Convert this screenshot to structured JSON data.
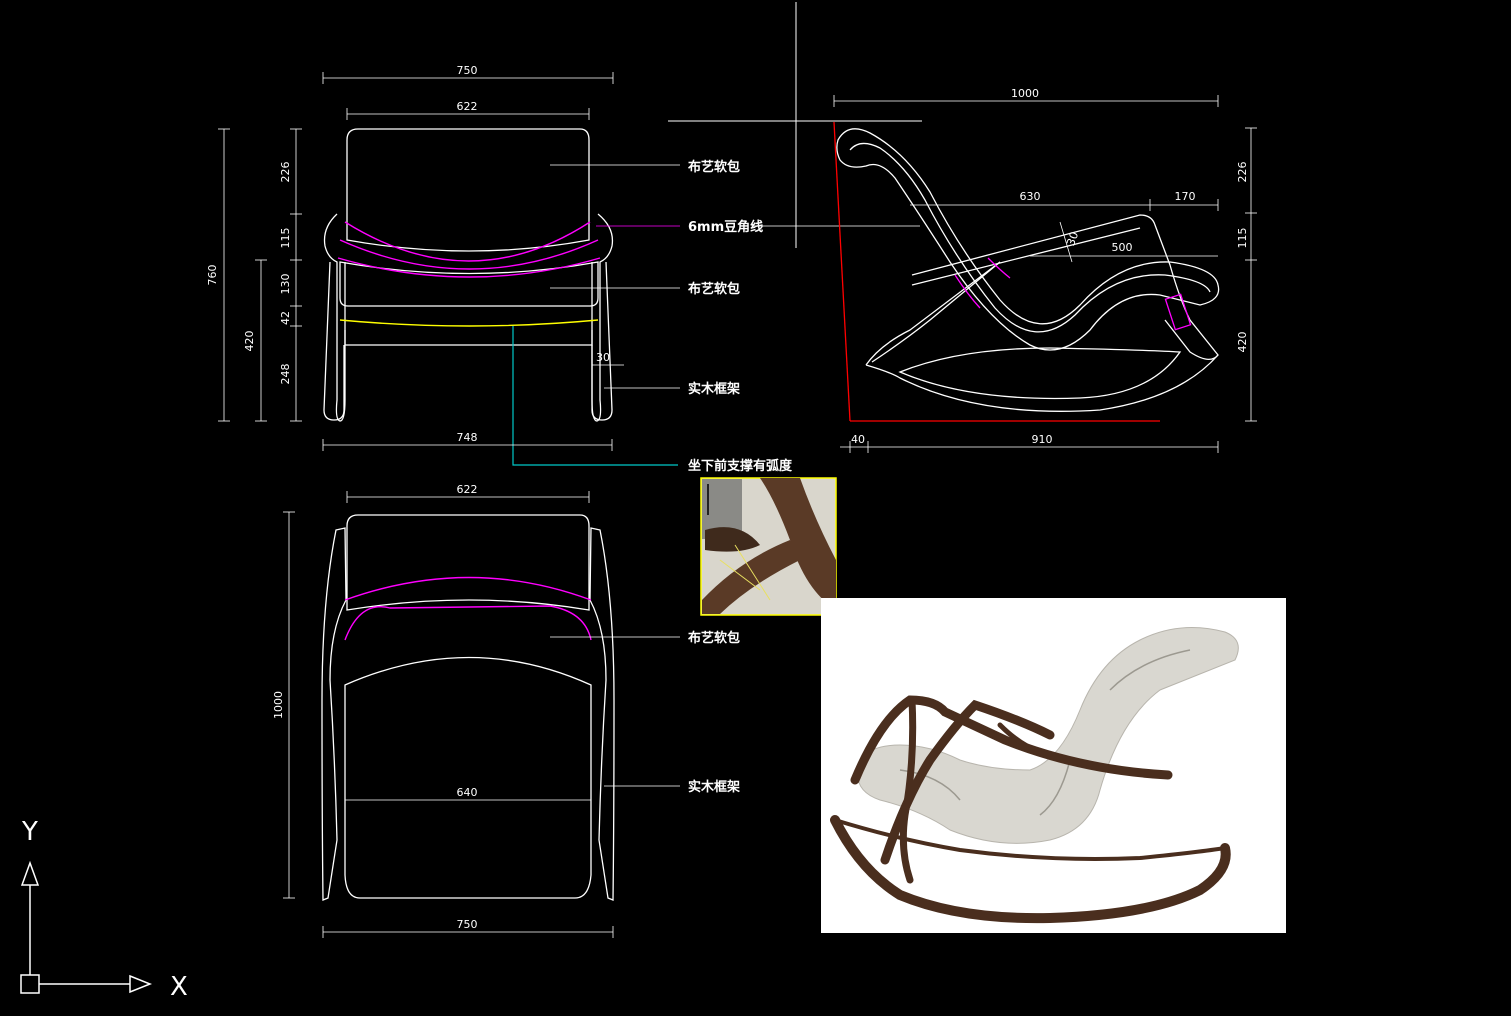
{
  "front_view": {
    "dims": {
      "width_overall": "750",
      "width_seat": "622",
      "width_base": "748",
      "leg_offset": "30",
      "height_overall": "760",
      "seat_height": "420",
      "back_top": "226",
      "back_mid": "115",
      "cushion": "130",
      "rail": "42",
      "leg": "248"
    },
    "labels": {
      "upholstery_back": "布艺软包",
      "bead_line": "6mm豆角线",
      "upholstery_seat": "布艺软包",
      "frame": "实木框架",
      "seat_support": "坐下前支撑有弧度"
    }
  },
  "side_view": {
    "dims": {
      "depth_overall": "1000",
      "seat_depth": "630",
      "front_arm": "170",
      "arm_length": "500",
      "arm_thickness": "30",
      "back_top": "226",
      "back_mid": "115",
      "seat_height": "420",
      "rocker_offset": "40",
      "rocker_length": "910"
    }
  },
  "top_view": {
    "dims": {
      "seat_width_top": "622",
      "depth": "1000",
      "inner_width": "640",
      "overall_width": "750"
    },
    "labels": {
      "upholstery": "布艺软包",
      "frame": "实木框架"
    }
  },
  "ucs": {
    "y_label": "Y",
    "x_label": "X"
  },
  "colors": {
    "background": "#000000",
    "lines": "#ffffff",
    "magenta": "#ff00ff",
    "yellow": "#ffff00",
    "cyan": "#00c8c8",
    "red": "#ff0000",
    "wood": "#4a2e1e",
    "fabric": "#d8d6d0"
  }
}
